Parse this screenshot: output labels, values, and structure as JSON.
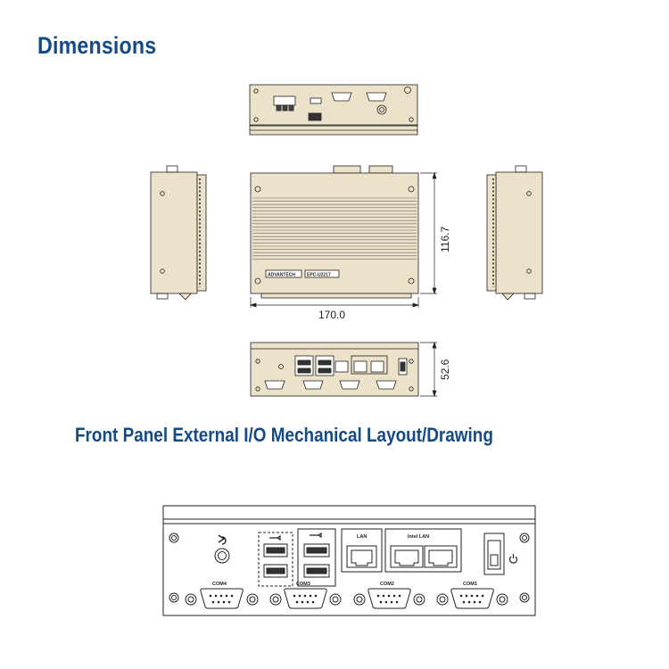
{
  "titles": {
    "dimensions": "Dimensions",
    "front_panel": "Front Panel External I/O Mechanical Layout/Drawing"
  },
  "dimensions": {
    "width": "170.0",
    "depth": "116.7",
    "height": "52.6"
  },
  "labels": {
    "brand": "ADVANTECH",
    "model": "EPC-U2217",
    "lan": "LAN",
    "intel_lan": "Intel LAN",
    "com4": "COM4",
    "com3": "COM3",
    "com2": "COM2",
    "com1": "COM1"
  },
  "colors": {
    "title": "#144a85",
    "chassis": "#ece1c9",
    "line": "#222222"
  },
  "icons": [
    "audio-jack-icon",
    "usb-icon",
    "power-icon",
    "ground-icon"
  ]
}
